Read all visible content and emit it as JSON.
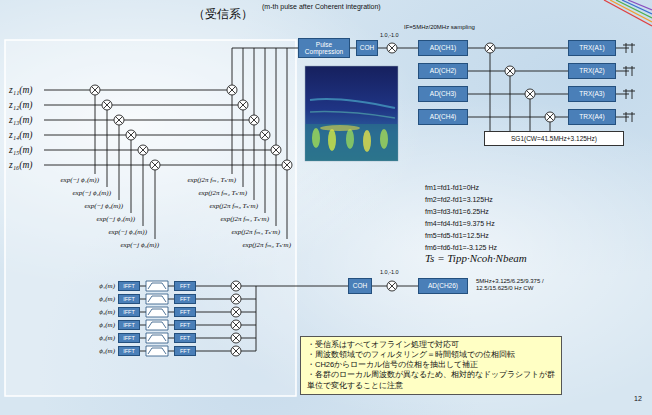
{
  "diagram": {
    "title": "（受信系）",
    "nodes": [
      {
        "text": [
          "Pulse Compression"
        ]
      },
      {
        "text": [
          "COH"
        ]
      },
      {
        "text": [
          "AD(CH1)"
        ]
      },
      {
        "text": [
          "TRX(A1)"
        ]
      },
      {
        "text": [
          "AD(CH2)"
        ]
      },
      {
        "text": [
          "TRX(A2)"
        ]
      },
      {
        "text": [
          "AD(CH3)"
        ]
      },
      {
        "text": [
          "TRX(A3)"
        ]
      },
      {
        "text": [
          "AD(CH4)"
        ]
      },
      {
        "text": [
          "TRX(A4)"
        ]
      },
      {
        "text": [
          "SG1(CW=41.5MHz+3.125Hz)"
        ]
      },
      {
        "text": [
          "IFFT"
        ]
      },
      {
        "text": [
          "FFT"
        ]
      },
      {
        "text": [
          "IFFT"
        ]
      },
      {
        "text": [
          "FFT"
        ]
      },
      {
        "text": [
          "IFFT"
        ]
      },
      {
        "text": [
          "FFT"
        ]
      },
      {
        "text": [
          "IFFT"
        ]
      },
      {
        "text": [
          "FFT"
        ]
      },
      {
        "text": [
          "IFFT"
        ]
      },
      {
        "text": [
          "FFT"
        ]
      },
      {
        "text": [
          "IFFT"
        ]
      },
      {
        "text": [
          "FFT"
        ]
      },
      {
        "text": [
          "COH"
        ]
      },
      {
        "text": [
          "AD(CH26)"
        ]
      },
      {
        "text": [
          "・受信系はすべてオフライン処理で対応可",
          "・周波数領域でのフィルタリング＝時間領域での位相回転",
          "・CH26からローカル信号の位相を抽出して補正",
          "・各群のローカル周波数が異なるため、相対的なドップラシフトが群単位で変化することに注意"
        ]
      }
    ],
    "edges": [
      {
        "from": 0,
        "to": 1,
        "arrow": "none"
      }
    ],
    "labels": [
      "(m-th pulse after Coherent integration)",
      "z₁₁(m)",
      "z₁₂(m)",
      "z₁₃(m)",
      "z₁₄(m)",
      "z₁₅(m)",
      "z₁₆(m)",
      "exp(−j ϕ₁(m))",
      "exp(−j ϕ₂(m))",
      "exp(−j ϕ₃(m))",
      "exp(−j ϕ₄(m))",
      "exp(−j ϕ₅(m))",
      "exp(−j ϕ₆(m))",
      "exp(j2π fₘ₁ Tₛ·m)",
      "exp(j2π fₘ₂ Tₛ·m)",
      "exp(j2π fₘ₃ Tₛ·m)",
      "exp(j2π fₘ₄ Tₛ·m)",
      "exp(j2π fₘ₅ Tₛ·m)",
      "exp(j2π fₘ₆ Tₛ·m)",
      "1.0,-1.0",
      "IF=5MHz/20MHz sampling",
      "fm1=fd1-fd1=0Hz",
      "fm2=fd2-fd1=3.125Hz",
      "fm3=fd3-fd1=6.25Hz",
      "fm4=fd4-fd1=9.375 Hz",
      "fm5=fd5-fd1=12.5Hz",
      "fm6=fd6-fd1=-3.125 Hz",
      "Ts = Tipp·Ncoh·Nbeam",
      "ϕ₁(m)",
      "ϕ₂(m)",
      "ϕ₃(m)",
      "ϕ₄(m)",
      "ϕ₅(m)",
      "ϕ₆(m)",
      "1.0,-1.0",
      "5MHz+3.125/6.25/9.375 / 12.5/15.625/0 Hz CW",
      "12"
    ]
  }
}
